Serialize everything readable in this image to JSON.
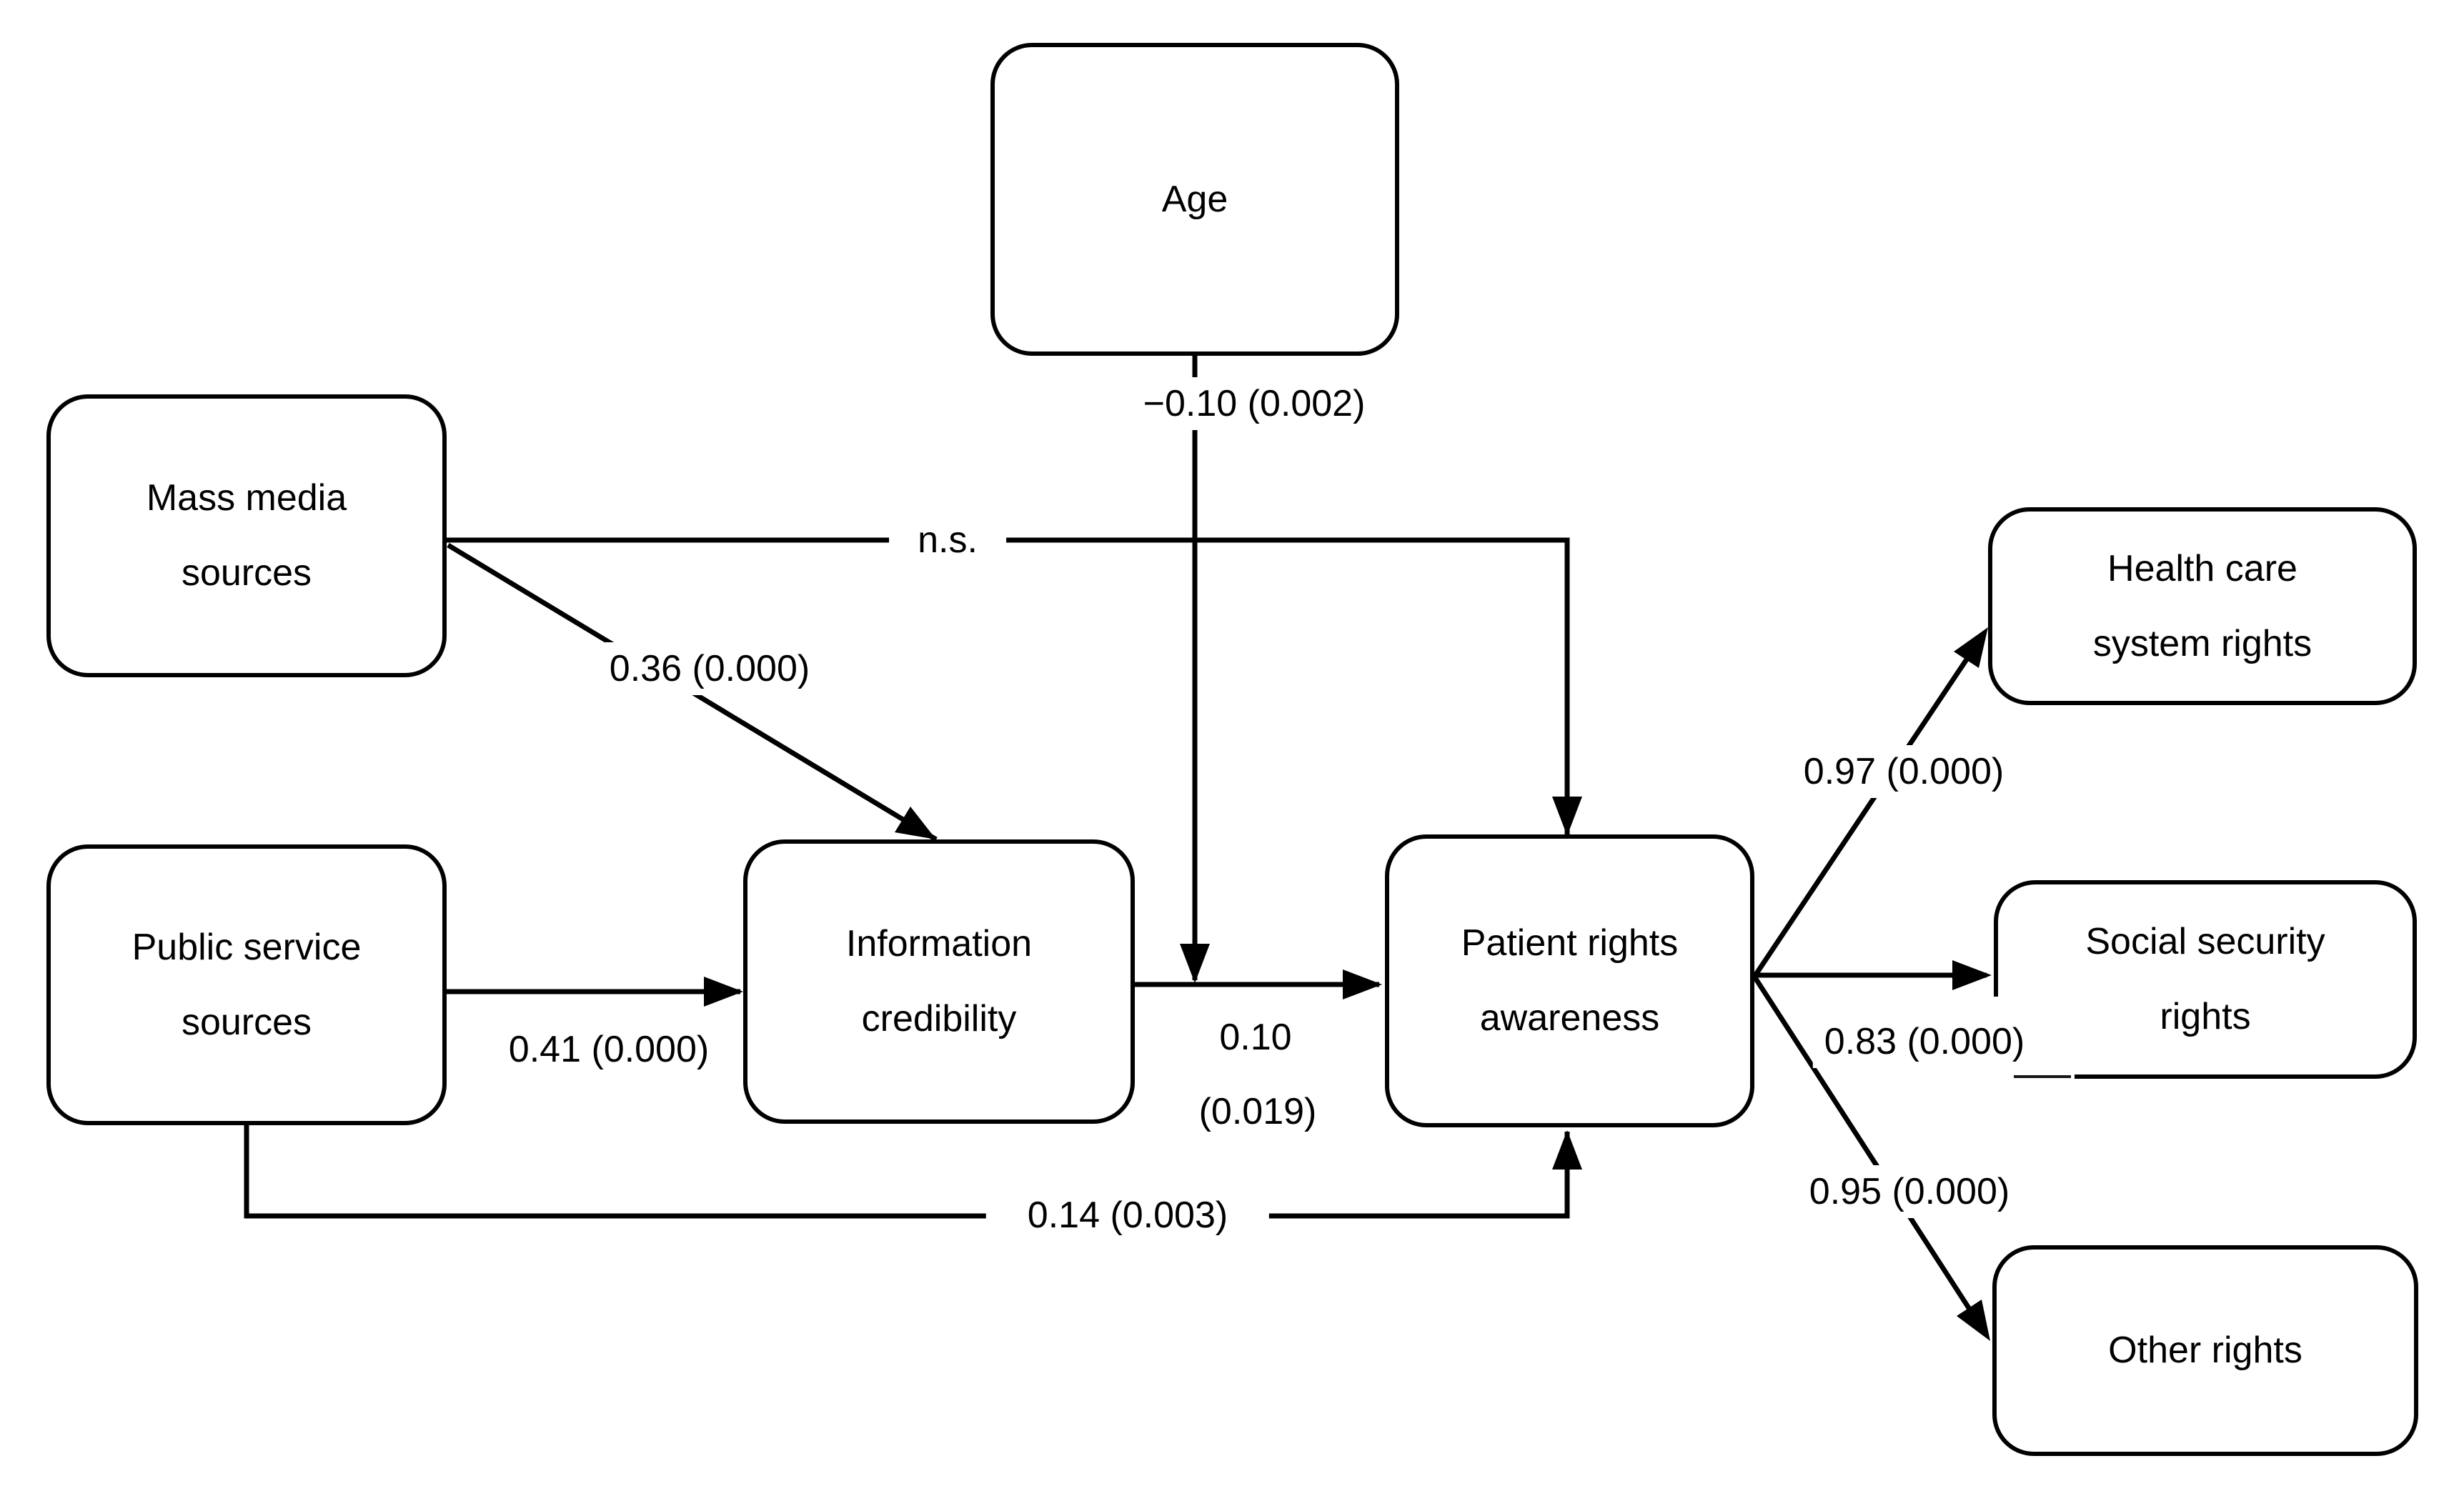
{
  "figure": {
    "type": "path-diagram",
    "background_color": "#ffffff",
    "line_color": "#000000",
    "text_color": "#000000"
  },
  "nodes": {
    "age": {
      "label": "Age"
    },
    "mass_media": {
      "line1": "Mass media",
      "line2": "sources"
    },
    "public_service": {
      "line1": "Public service",
      "line2": "sources"
    },
    "info_credibility": {
      "line1": "Information",
      "line2": "credibility"
    },
    "patient_awareness": {
      "line1": "Patient rights",
      "line2": "awareness"
    },
    "health_care": {
      "line1": "Health care",
      "line2": "system rights"
    },
    "social_security": {
      "line1": "Social security",
      "line2": "rights"
    },
    "other_rights": {
      "label": "Other rights"
    }
  },
  "edges": [
    {
      "from": "Age",
      "to": "Patient rights awareness",
      "label": "−0.10 (0.002)"
    },
    {
      "from": "Mass media sources",
      "to": "Patient rights awareness",
      "label": "n.s."
    },
    {
      "from": "Mass media sources",
      "to": "Information credibility",
      "label": "0.36 (0.000)"
    },
    {
      "from": "Public service sources",
      "to": "Information credibility",
      "label": "0.41 (0.000)"
    },
    {
      "from": "Information credibility",
      "to": "Patient rights awareness",
      "label": "0.10 (0.019)",
      "label_line1": "0.10",
      "label_line2": "(0.019)"
    },
    {
      "from": "Public service sources",
      "to": "Patient rights awareness",
      "label": "0.14 (0.003)"
    },
    {
      "from": "Patient rights awareness",
      "to": "Health care system rights",
      "label": "0.97 (0.000)"
    },
    {
      "from": "Patient rights awareness",
      "to": "Social security rights",
      "label": "0.83 (0.000)"
    },
    {
      "from": "Patient rights awareness",
      "to": "Other rights",
      "label": "0.95 (0.000)"
    }
  ]
}
